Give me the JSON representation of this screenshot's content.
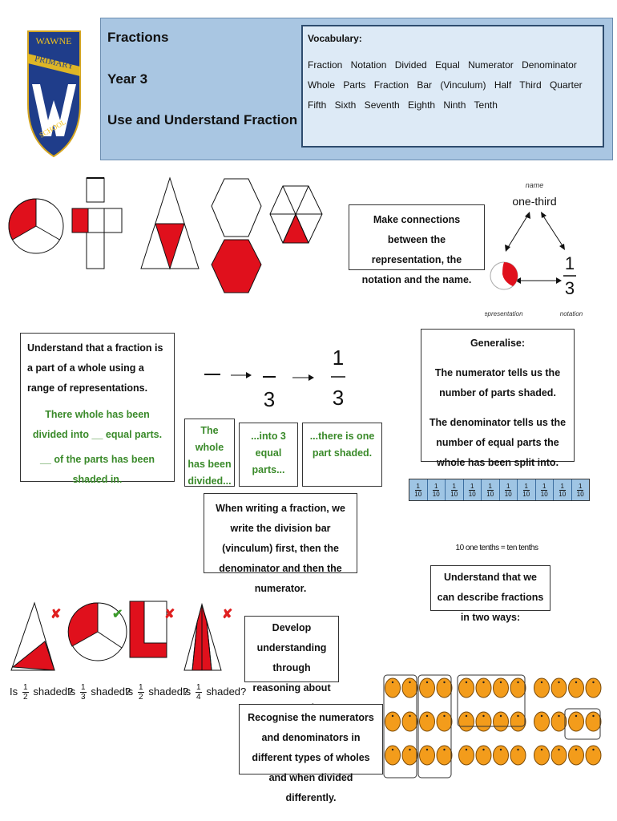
{
  "header": {
    "logo": {
      "line1": "WAWNE",
      "line2": "PRIMARY",
      "line3": "SCHOOL",
      "letter": "W"
    },
    "title": "Fractions",
    "year": "Year 3",
    "subtitle": "Use and Understand Fraction Notation",
    "vocab_title": "Vocabulary:",
    "vocab_text": "Fraction Notation Divided Equal Numerator Denominator Whole Parts Fraction Bar (Vinculum) Half Third Quarter Fifth Sixth Seventh Eighth Ninth Tenth"
  },
  "connections": {
    "text": "Make connections between the representation, the notation and the name.",
    "name_label": "name",
    "name_value": "one-third",
    "num": "1",
    "den": "3",
    "representation_label": "representation",
    "notation_label": "notation"
  },
  "understand": {
    "intro": "Understand that a fraction is a part of a whole using a range of representations.",
    "line1": "There whole has been divided into __ equal parts.",
    "line2": "__ of the parts has been shaded in."
  },
  "steps": {
    "step1": "The whole has been divided...",
    "step2": "...into 3 equal parts...",
    "step3": "...there is one part shaded.",
    "three": "3",
    "one": "1",
    "writing": "When writing a fraction, we write the division bar (vinculum) first, then the denominator and then the numerator."
  },
  "generalise": {
    "title": "Generalise:",
    "p1": "The numerator tells us the number of parts shaded.",
    "p2": "The denominator tells us the number of equal parts the whole has been split into."
  },
  "strip": {
    "num": "1",
    "den": "10",
    "count": 10,
    "caption": "10 one tenths = ten tenths"
  },
  "describe": {
    "text": "Understand that we can describe fractions in two ways:"
  },
  "nonexamples": {
    "text": "Develop understanding through reasoning about non-examples aswell.",
    "q_prefix": "Is",
    "q_suffix": "shaded?",
    "items": [
      {
        "num": "1",
        "den": "2",
        "mark": "✘"
      },
      {
        "num": "1",
        "den": "3",
        "mark": "✔"
      },
      {
        "num": "1",
        "den": "2",
        "mark": "✘"
      },
      {
        "num": "1",
        "den": "4",
        "mark": "✘"
      }
    ],
    "colors": {
      "cross": "#e02020",
      "tick": "#3a9a2a"
    }
  },
  "recognise": {
    "text": "Recognise the numerators and denominators in different types of wholes and when divided differently."
  },
  "colors": {
    "red": "#e0101c",
    "header_bg": "#a9c6e2",
    "vocab_bg": "#ddeaf6",
    "orange": "#f39c1b",
    "green": "#3a8a2a"
  }
}
